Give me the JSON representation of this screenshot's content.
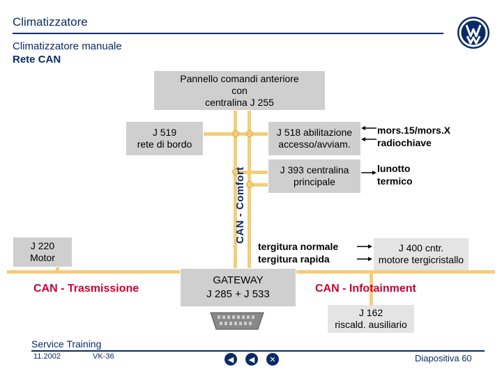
{
  "header": {
    "title": "Climatizzatore",
    "subtitle_line1": "Climatizzatore manuale",
    "subtitle_line2": "Rete CAN"
  },
  "diagram": {
    "front_panel": [
      "Pannello comandi anteriore",
      "con",
      "centralina J 255"
    ],
    "j519": [
      "J 519",
      "rete di bordo"
    ],
    "j518": [
      "J 518 abilitazione",
      "accesso/avviam."
    ],
    "j393": [
      "J 393 centralina",
      "principale"
    ],
    "mors": [
      "mors.15/mors.X",
      "radiochiave"
    ],
    "lunotto": [
      "lunotto",
      "termico"
    ],
    "j220": [
      "J 220",
      "Motor"
    ],
    "can_comfort": "CAN  -  Comfort",
    "tergitura": [
      "tergitura normale",
      "tergitura rapida"
    ],
    "j400": [
      "J 400 cntr.",
      "motore tergicristallo"
    ],
    "can_trasmissione": "CAN  -  Trasmissione",
    "gateway": [
      "GATEWAY",
      "J 285 + J 533"
    ],
    "can_infotainment": "CAN  -  Infotainment",
    "j162": [
      "J 162",
      "riscald. ausiliario"
    ]
  },
  "footer": {
    "service": "Service Training",
    "date": "11.2002",
    "code": "VK-36",
    "slide": "Diapositiva 60"
  },
  "colors": {
    "bus": "#f3cd7a",
    "box": "#cfcfcf",
    "accent_red": "#cc0033",
    "brand_blue": "#0a2a66"
  }
}
